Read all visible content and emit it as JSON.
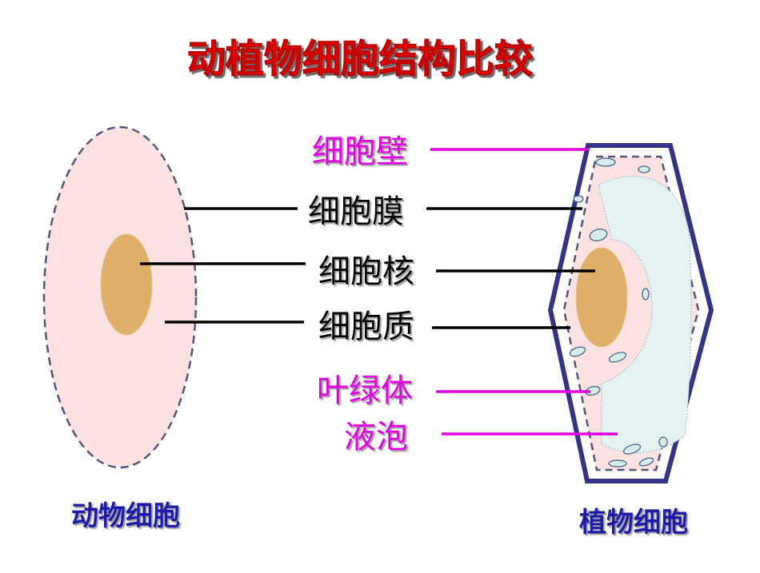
{
  "title": "动植物细胞结构比较",
  "labels": {
    "cell_wall": "细胞壁",
    "cell_membrane": "细胞膜",
    "nucleus": "细胞核",
    "cytoplasm": "细胞质",
    "chloroplast": "叶绿体",
    "vacuole": "液泡"
  },
  "captions": {
    "animal_cell": "动物细胞",
    "plant_cell": "植物细胞"
  },
  "colors": {
    "title_red": "#ff0000",
    "magenta": "#e000e0",
    "label_black": "#000000",
    "caption_blue": "#1a1aa8",
    "cytoplasm_pink": "#fde2e2",
    "nucleus_tan": "#deb06a",
    "vacuole_blue": "#e6f2f2",
    "wall_navy": "#33338a"
  }
}
